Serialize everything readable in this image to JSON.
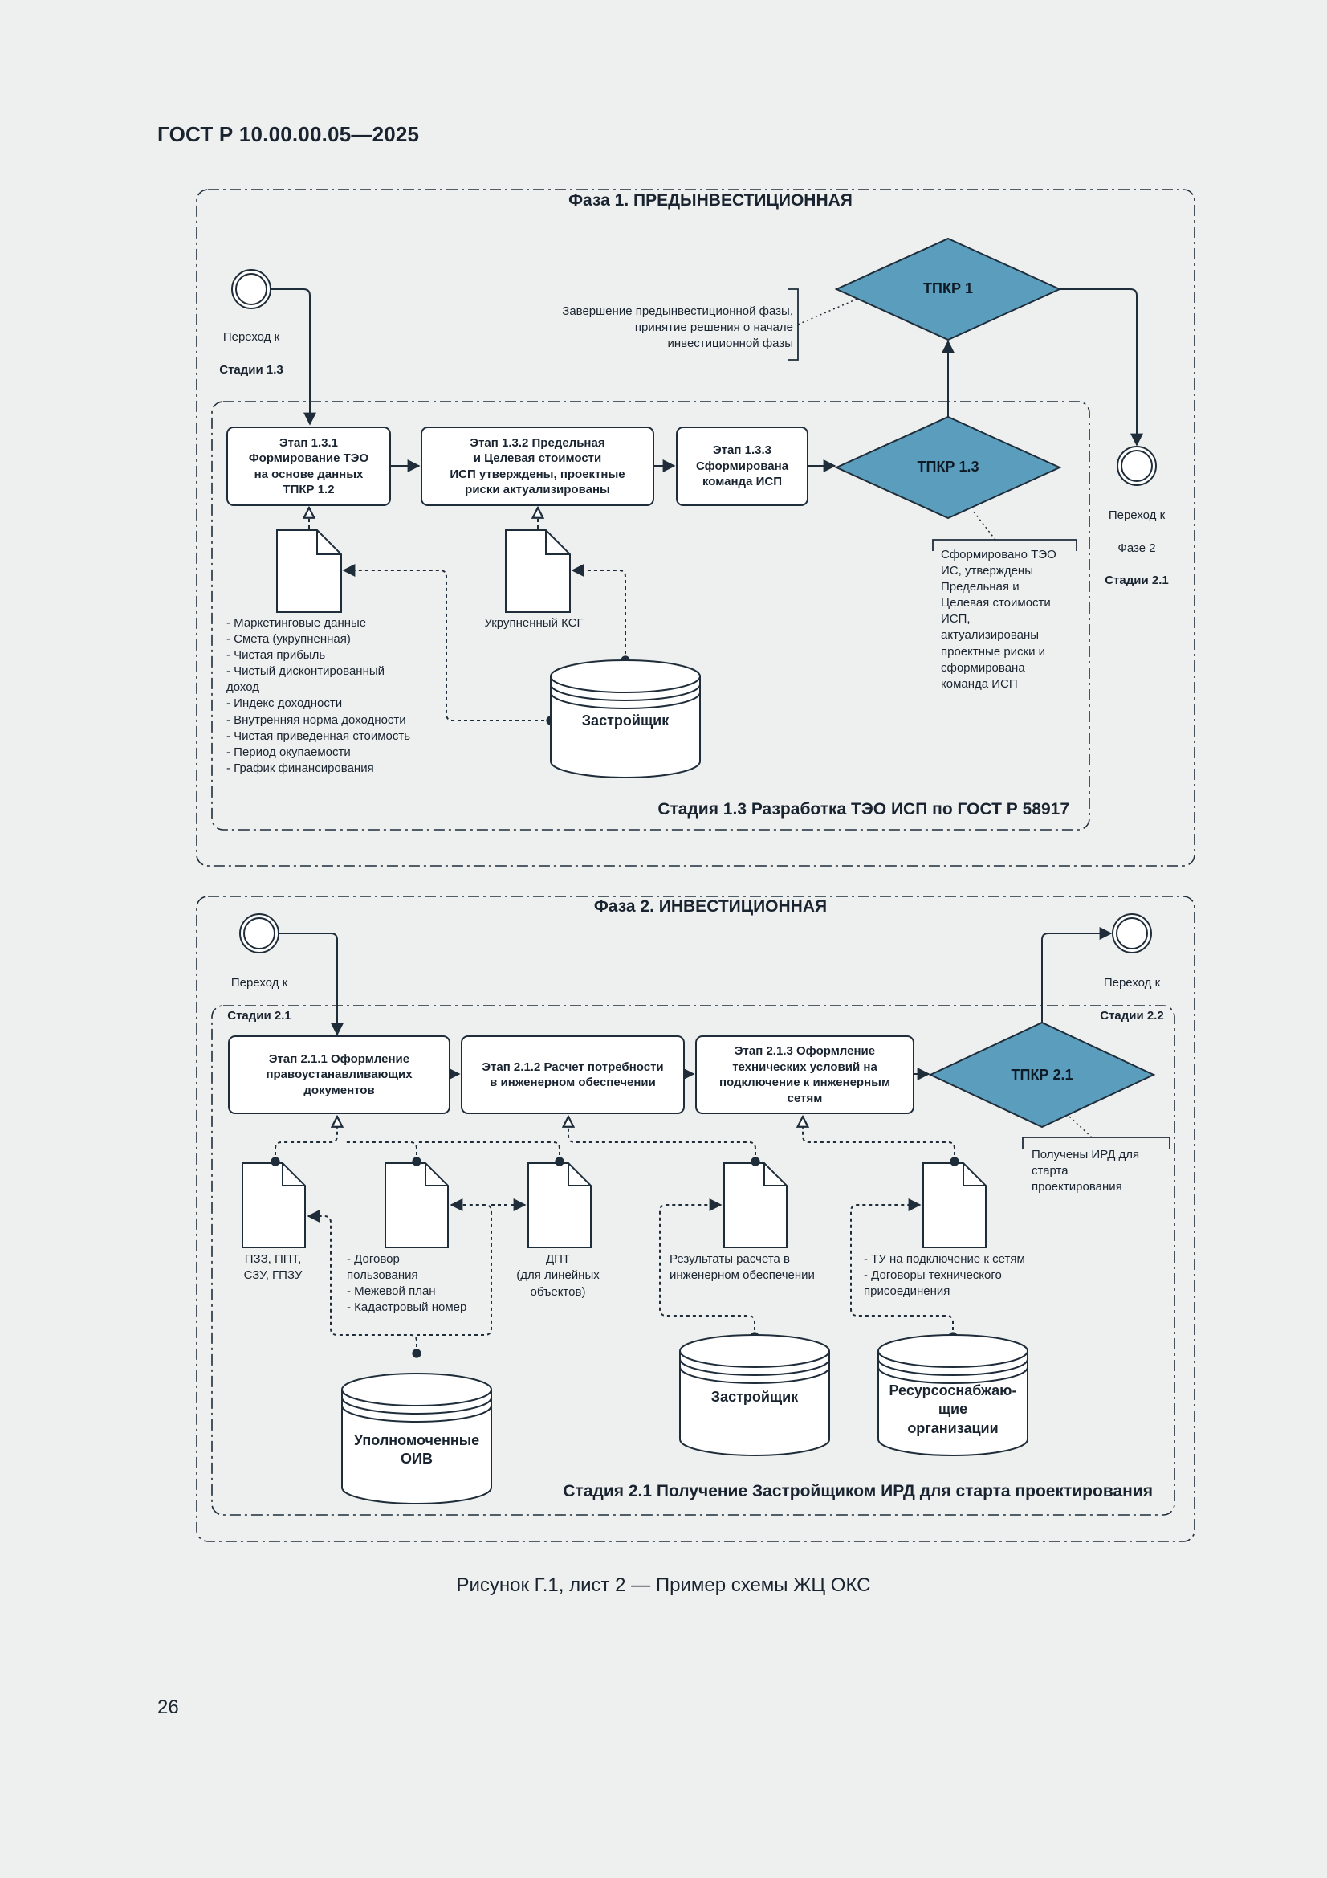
{
  "document": {
    "standard": "ГОСТ Р 10.00.00.05—2025",
    "caption": "Рисунок Г.1, лист 2 — Пример схемы ЖЦ ОКС",
    "page_number": "26"
  },
  "colors": {
    "diamond_fill": "#5b9dbd",
    "outline": "#1f2d3a",
    "background": "#eef0ef"
  },
  "phase1": {
    "title": "Фаза 1. ПРЕДЫНВЕСТИЦИОННАЯ",
    "start_event": {
      "line1": "Переход к",
      "line2": "Стадии 1.3"
    },
    "end_event": {
      "line1": "Переход к",
      "line2": "Фазе 2",
      "line3": "Стадии 2.1"
    },
    "gate_top": {
      "label": "ТПКР 1",
      "note": "Завершение предынвестиционной фазы,\nпринятие решения о начале\nинвестиционной фазы"
    },
    "stage": {
      "title": "Стадия 1.3 Разработка ТЭО ИСП по ГОСТ Р 58917",
      "steps": [
        {
          "label": "Этап 1.3.1\nФормирование ТЭО\nна основе данных\nТПКР 1.2"
        },
        {
          "label": "Этап 1.3.2 Предельная\nи Целевая стоимости\nИСП утверждены, проектные\nриски актуализированы"
        },
        {
          "label": "Этап 1.3.3\nСформирована\nкоманда ИСП"
        }
      ],
      "gate": {
        "label": "ТПКР 1.3",
        "note": "Сформировано ТЭО\nИС, утверждены\nПредельная и\nЦелевая стоимости\nИСП,\nактуализированы\nпроектные риски и\nсформирована\nкоманда ИСП"
      },
      "doc1_list": "- Маркетинговые данные\n- Смета (укрупненная)\n- Чистая прибыль\n- Чистый дисконтированный\nдоход\n- Индекс доходности\n- Внутренняя норма доходности\n- Чистая приведенная стоимость\n- Период окупаемости\n- График финансирования",
      "doc2_label": "Укрупненный КСГ",
      "repository": "Застройщик"
    }
  },
  "phase2": {
    "title": "Фаза 2. ИНВЕСТИЦИОННАЯ",
    "start_event": {
      "line1": "Переход к",
      "line2": "Стадии 2.1"
    },
    "end_event": {
      "line1": "Переход к",
      "line2": "Стадии 2.2"
    },
    "stage": {
      "title": "Стадия 2.1 Получение Застройщиком ИРД для старта проектирования",
      "steps": [
        {
          "label": "Этап 2.1.1 Оформление\nправоустанавливающих\nдокументов"
        },
        {
          "label": "Этап 2.1.2 Расчет потребности\nв инженерном обеспечении"
        },
        {
          "label": "Этап 2.1.3 Оформление\nтехнических условий на\nподключение к инженерным\nсетям"
        }
      ],
      "gate": {
        "label": "ТПКР 2.1",
        "note": "Получены ИРД для\nстарта\nпроектирования"
      },
      "docs": [
        {
          "label": "ПЗЗ, ППТ,\nСЗУ, ГПЗУ"
        },
        {
          "label": "- Договор\nпользования\n- Межевой план\n- Кадастровый номер"
        },
        {
          "label": "ДПТ\n(для линейных\nобъектов)"
        },
        {
          "label": "Результаты расчета в\nинженерном обеспечении"
        },
        {
          "label": "- ТУ на подключение к сетям\n- Договоры технического\nприсоединения"
        }
      ],
      "repositories": [
        {
          "label": "Уполномоченные\nОИВ"
        },
        {
          "label": "Застройщик"
        },
        {
          "label": "Ресурсоснабжаю-\nщие\nорганизации"
        }
      ]
    }
  }
}
